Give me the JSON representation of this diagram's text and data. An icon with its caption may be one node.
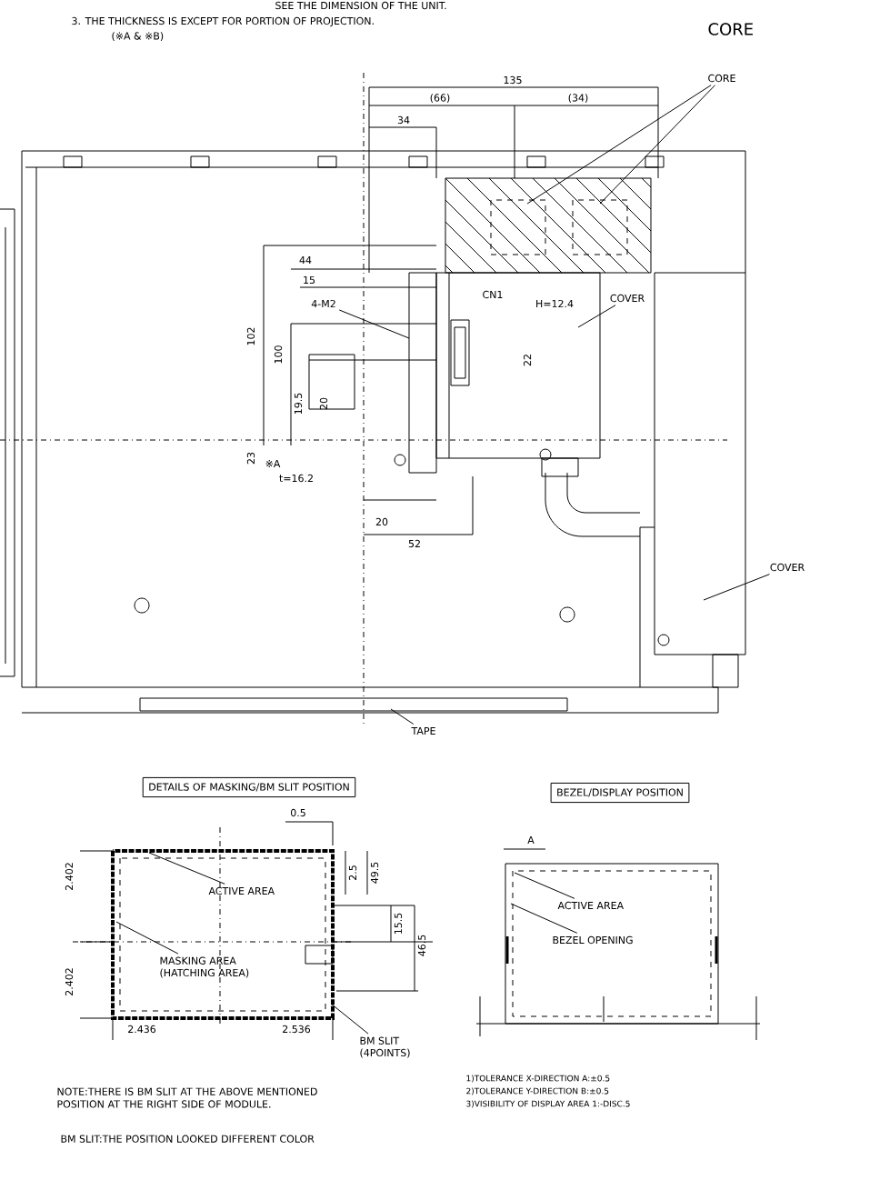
{
  "diagram": {
    "nodes": [
      {
        "text": [
          "CORE"
        ]
      },
      {
        "text": [
          "COVER"
        ]
      },
      {
        "text": [
          "COVER"
        ]
      },
      {
        "text": [
          "TAPE"
        ]
      },
      {
        "text": [
          "4-M2"
        ]
      },
      {
        "text": [
          "DETAILS OF MASKING/BM SLIT POSITION"
        ]
      },
      {
        "text": [
          "ACTIVE AREA"
        ]
      },
      {
        "text": [
          "MASKING AREA",
          "(HATCHING AREA)"
        ]
      },
      {
        "text": [
          "BM SLIT",
          "(4POINTS)"
        ]
      },
      {
        "text": [
          "BEZEL/DISPLAY POSITION"
        ]
      },
      {
        "text": [
          "ACTIVE AREA"
        ]
      },
      {
        "text": [
          "BEZEL OPENING"
        ]
      }
    ],
    "edges": [
      {
        "from": 0,
        "to": null,
        "arrow": "none"
      },
      {
        "from": 0,
        "to": null,
        "arrow": "none"
      },
      {
        "from": 1,
        "to": null,
        "arrow": "none"
      },
      {
        "from": 2,
        "to": null,
        "arrow": "none"
      },
      {
        "from": 3,
        "to": null,
        "arrow": "none"
      },
      {
        "from": 4,
        "to": null,
        "arrow": "none"
      },
      {
        "from": 6,
        "to": null,
        "arrow": "none"
      },
      {
        "from": 7,
        "to": null,
        "arrow": "none"
      },
      {
        "from": 8,
        "to": null,
        "arrow": "none"
      },
      {
        "from": 10,
        "to": null,
        "arrow": "none"
      },
      {
        "from": 11,
        "to": null,
        "arrow": "none"
      }
    ],
    "labels": [
      "SEE THE DIMENSION OF THE UNIT.",
      "3. THE THICKNESS IS EXCEPT FOR PORTION OF PROJECTION.",
      "(※A & ※B)",
      "CORE",
      "135",
      "(66)",
      "(34)",
      "34",
      "44",
      "15",
      "CN1",
      "H=12.4",
      "102",
      "100",
      "22",
      "19.5",
      "20",
      "23",
      "※A",
      "t=16.2",
      "20",
      "52",
      "0.5",
      "2.402",
      "2.402",
      "2.436",
      "2.536",
      "2.5",
      "49.5",
      "15.5",
      "46.5",
      "A",
      "NOTE:THERE IS BM SLIT AT THE ABOVE MENTIONED POSITION AT THE RIGHT SIDE OF MODULE.",
      "1)TOLERANCE X-DIRECTION A:±0.5",
      "2)TOLERANCE Y-DIRECTION B:±0.5",
      "3)VISIBILITY OF DISPLAY AREA 1:-DISC.5",
      "BM SLIT:THE POSITION LOOKED DIFFERENT COLOR"
    ]
  }
}
